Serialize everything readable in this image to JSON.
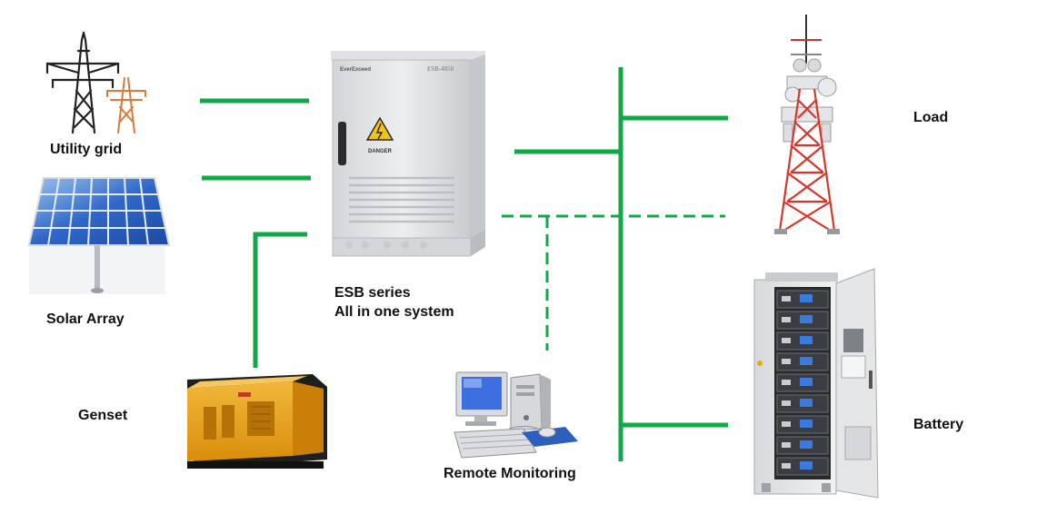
{
  "colors": {
    "line": "#12a84a",
    "text": "#111111",
    "cabinet": "#e2e4e6",
    "genset": "#e8a012",
    "tower_red": "#d8342a",
    "panel_blue": "#2f67c9"
  },
  "labels": {
    "utility_grid": "Utility grid",
    "solar_array": "Solar Array",
    "genset": "Genset",
    "esb_line1": "ESB series",
    "esb_line2": "All in one system",
    "remote_monitoring": "Remote Monitoring",
    "load": "Load",
    "battery": "Battery"
  },
  "cabinet": {
    "brand_text": "EverExceed",
    "model_text": "ESB-4850",
    "warning_text": "DANGER"
  },
  "icons": {
    "utility_grid": "power-pylon-icon",
    "solar_array": "solar-panel-icon",
    "genset": "generator-icon",
    "esb_cabinet": "outdoor-cabinet-icon",
    "remote_monitoring": "desktop-computer-icon",
    "load": "telecom-tower-icon",
    "battery": "battery-rack-icon"
  }
}
